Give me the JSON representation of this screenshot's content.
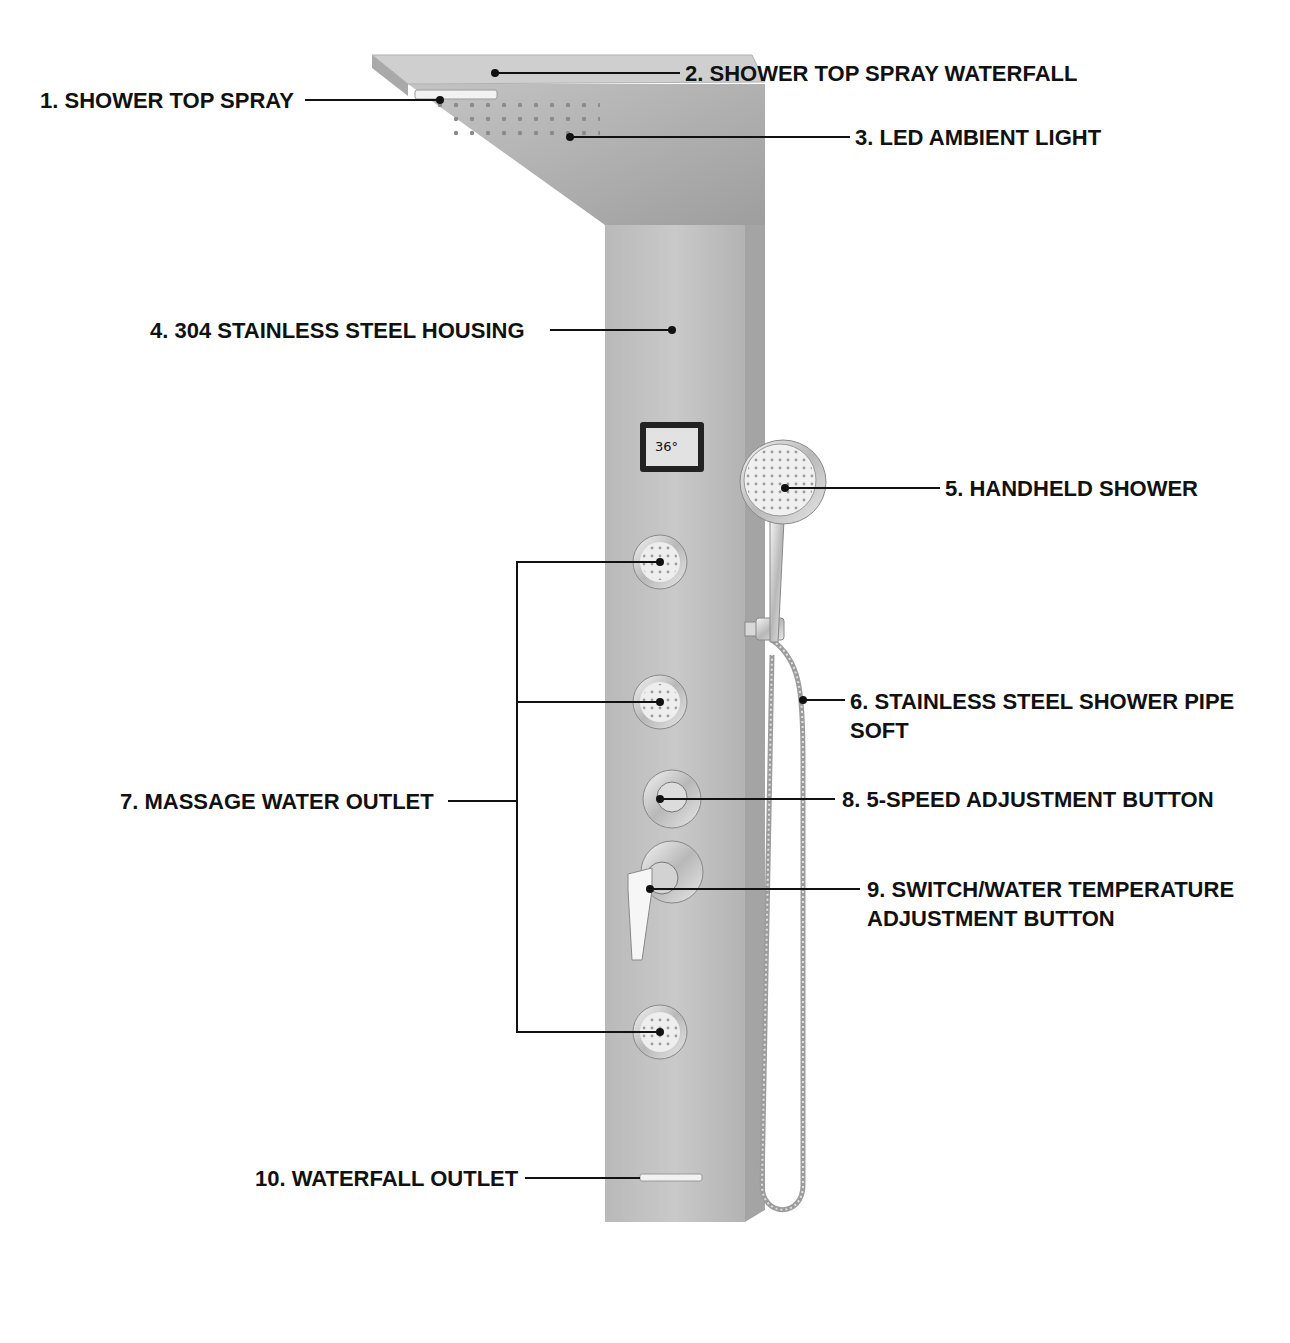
{
  "diagram": {
    "labels": [
      "1. SHOWER TOP SPRAY",
      "2. SHOWER TOP SPRAY WATERFALL",
      "3. LED AMBIENT LIGHT",
      "4. 304 STAINLESS STEEL HOUSING",
      "5. HANDHELD SHOWER",
      "6. STAINLESS STEEL SHOWER PIPE SOFT",
      "7. MASSAGE WATER OUTLET",
      "8. 5-SPEED ADJUSTMENT BUTTON",
      "9. SWITCH/WATER TEMPERATURE ADJUSTMENT BUTTON",
      "10. WATERFALL OUTLET",
      "36°"
    ]
  }
}
